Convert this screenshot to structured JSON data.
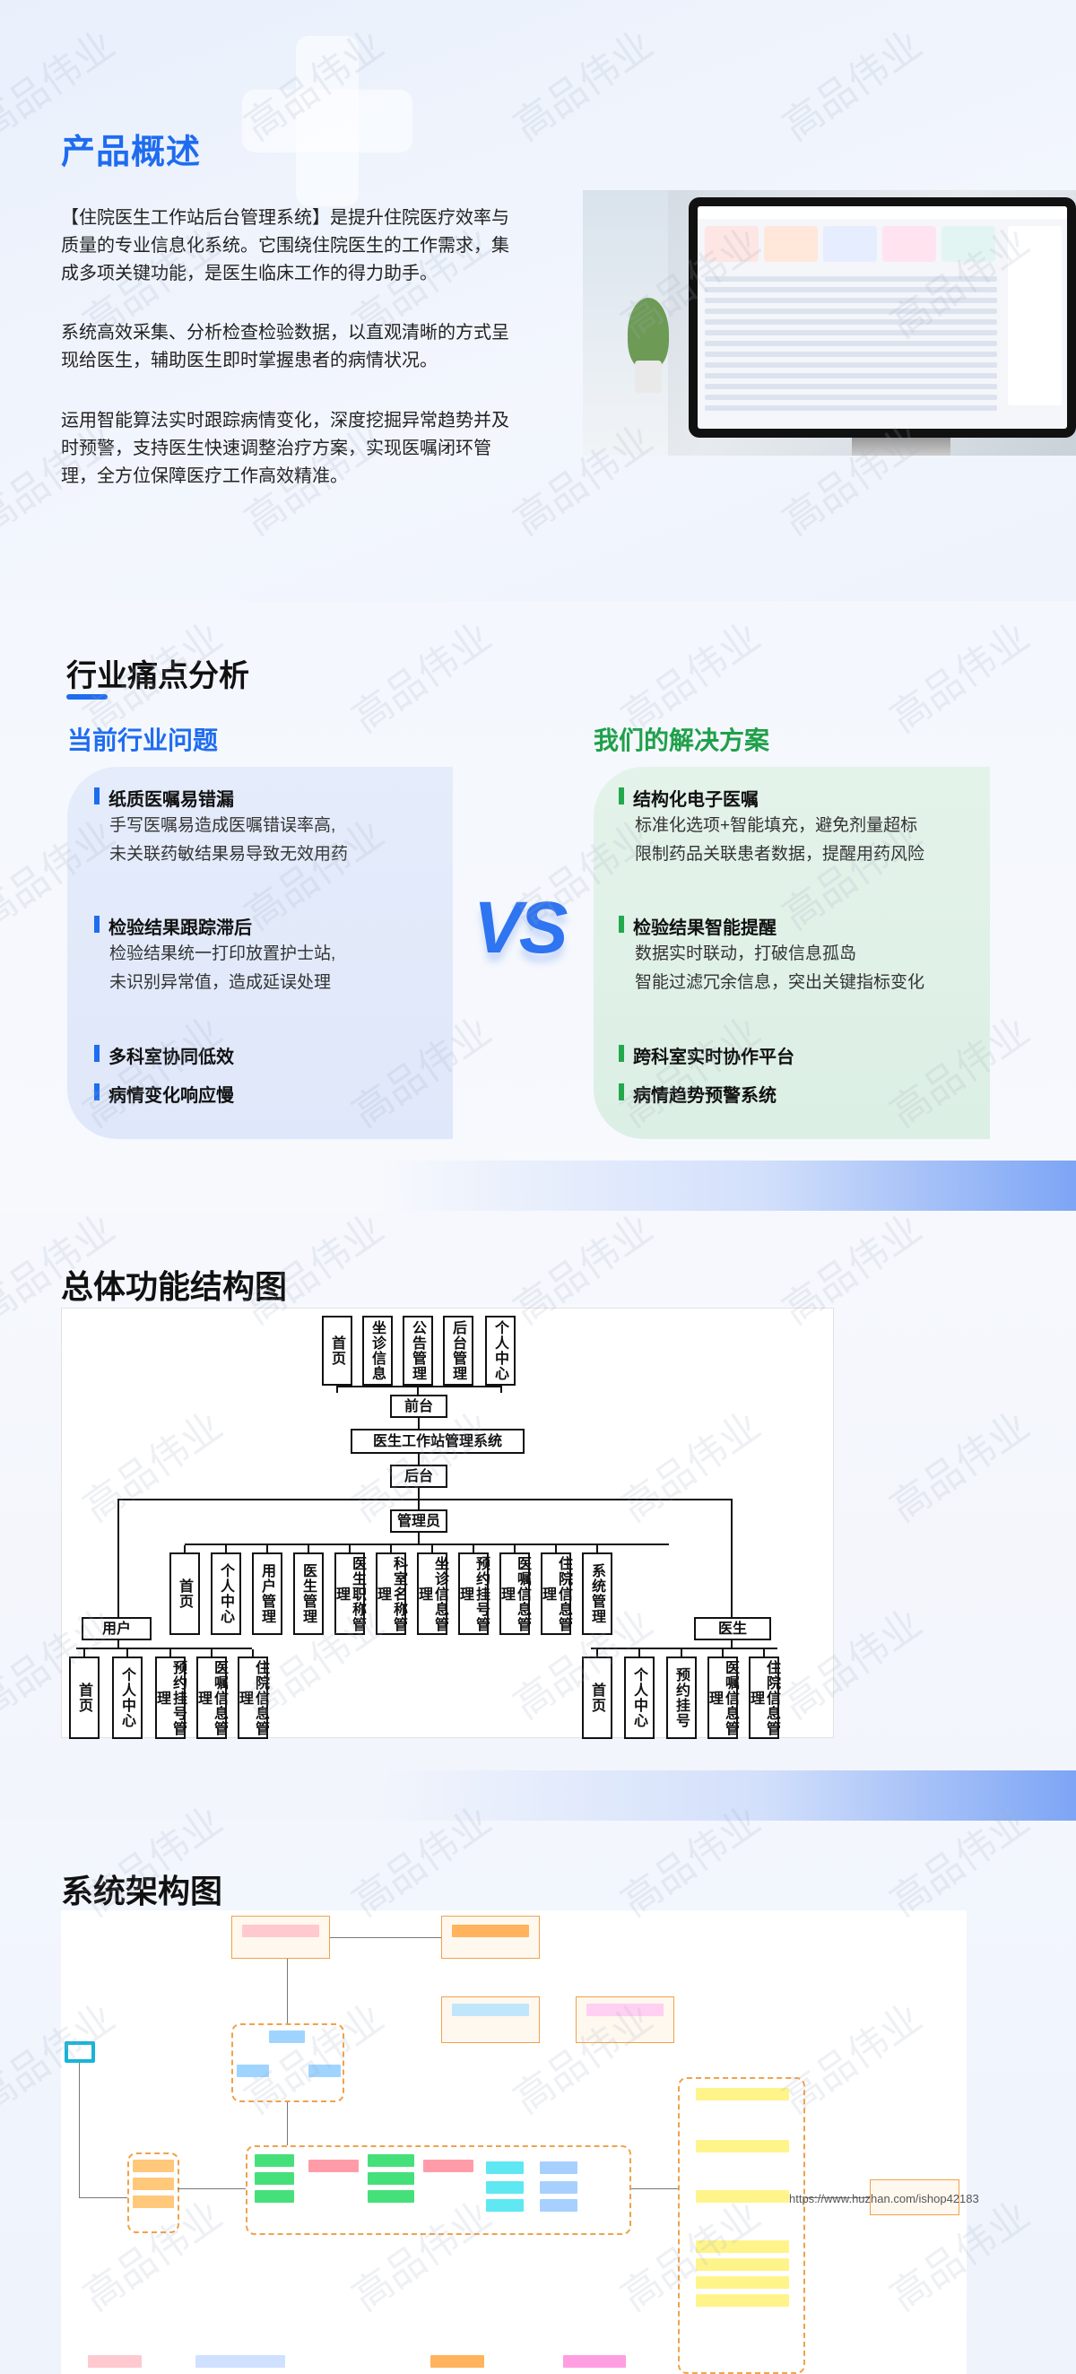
{
  "overview": {
    "title": "产品概述",
    "paragraphs": [
      "【住院医生工作站后台管理系统】是提升住院医疗效率与质量的专业信息化系统。它围绕住院医生的工作需求，集成多项关键功能，是医生临床工作的得力助手。",
      "系统高效采集、分析检查检验数据，以直观清晰的方式呈现给医生，辅助医生即时掌握患者的病情状况。",
      "运用智能算法实时跟踪病情变化，深度挖掘异常趋势并及时预警，支持医生快速调整治疗方案，实现医嘱闭环管理，全方位保障医疗工作高效精准。"
    ]
  },
  "pain": {
    "title": "行业痛点分析",
    "left_head": "当前行业问题",
    "right_head": "我们的解决方案",
    "vs": "VS",
    "left_items": [
      {
        "title": "纸质医嘱易错漏",
        "desc": [
          "手写医嘱易造成医嘱错误率高,",
          "未关联药敏结果易导致无效用药"
        ]
      },
      {
        "title": "检验结果跟踪滞后",
        "desc": [
          "检验结果统一打印放置护士站,",
          "未识别异常值，造成延误处理"
        ]
      },
      {
        "title": "多科室协同低效"
      },
      {
        "title": "病情变化响应慢"
      }
    ],
    "right_items": [
      {
        "title": "结构化电子医嘱",
        "desc": [
          "标准化选项+智能填充，避免剂量超标",
          "限制药品关联患者数据，提醒用药风险"
        ]
      },
      {
        "title": "检验结果智能提醒",
        "desc": [
          "数据实时联动，打破信息孤岛",
          "智能过滤冗余信息，突出关键指标变化"
        ]
      },
      {
        "title": "跨科室实时协作平台"
      },
      {
        "title": "病情趋势预警系统"
      }
    ]
  },
  "structure": {
    "title": "总体功能结构图",
    "top_items": [
      "首页",
      "坐诊信息",
      "公告管理",
      "后台管理",
      "个人中心"
    ],
    "front": "前台",
    "system": "医生工作站管理系统",
    "back": "后台",
    "admin": "管理员",
    "admin_items": [
      "首页",
      "个人中心",
      "用户管理",
      "医生管理",
      "医生职称管理",
      "科室名称管理",
      "坐诊信息管理",
      "预约挂号管理",
      "医嘱信息管理",
      "住院信息管理",
      "系统管理"
    ],
    "user": "用户",
    "user_items": [
      "首页",
      "个人中心",
      "预约挂号管理",
      "医嘱信息管理",
      "住院信息管理"
    ],
    "doctor": "医生",
    "doctor_items": [
      "首页",
      "个人中心",
      "预约挂号",
      "医嘱信息管理",
      "住院信息管理"
    ]
  },
  "arch": {
    "title": "系统架构图",
    "url_overlay": "https://www.huzhan.com/ishop42183"
  },
  "watermark": "高品伟业"
}
